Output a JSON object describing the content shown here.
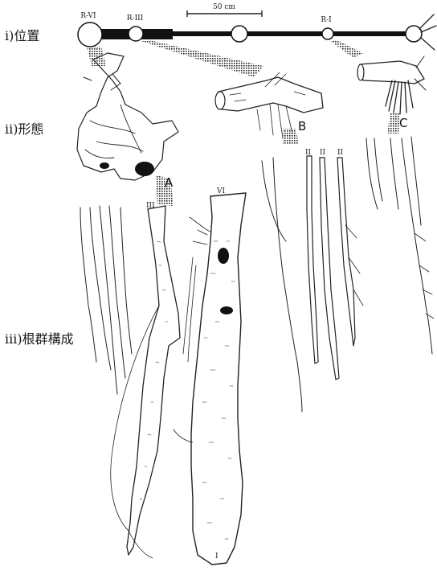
{
  "section_labels": {
    "position": "i)位置",
    "morphology": "ii)形態",
    "composition": "iii)根群構成"
  },
  "scale_bar": {
    "label": "50 cm"
  },
  "node_labels": {
    "r6": "R-VI",
    "r3": "R-III",
    "r1": "R-I"
  },
  "callouts": {
    "a": "A",
    "b": "B",
    "c": "C"
  },
  "root_labels": {
    "vi": "VI",
    "iii": "III",
    "ii_1": "II",
    "ii_2": "II",
    "ii_3": "II",
    "i": "I"
  }
}
